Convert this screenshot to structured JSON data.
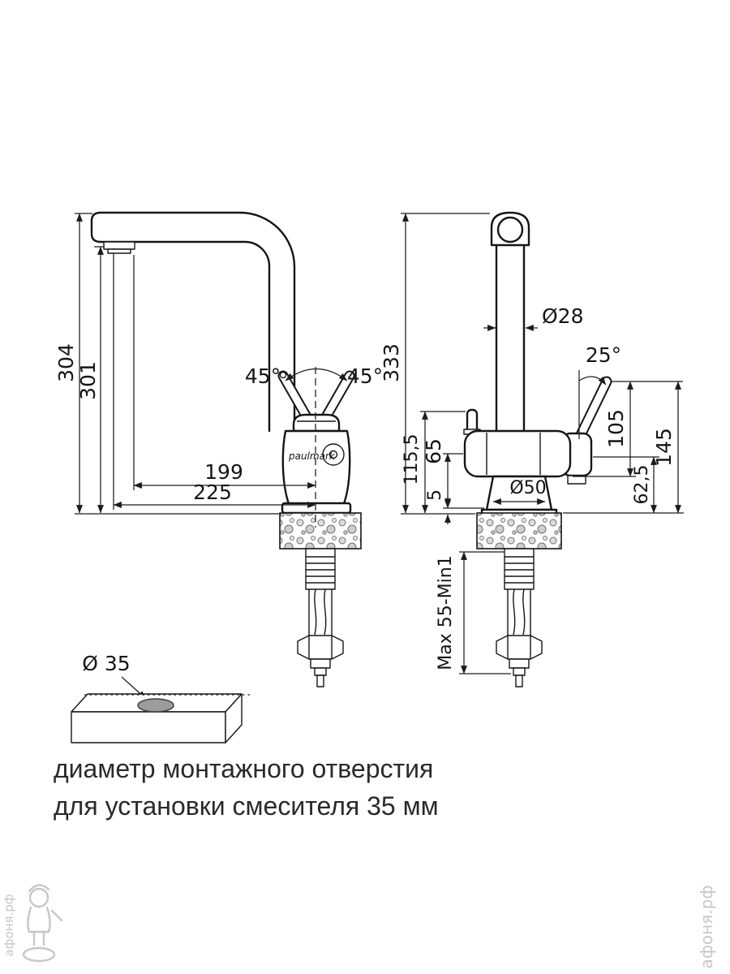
{
  "colors": {
    "line": "#161616",
    "watermark": "#c7c7c7"
  },
  "logo": "paulmark",
  "watermark": {
    "text": "афоня.рф"
  },
  "caption": {
    "line1": "диаметр монтажного отверстия",
    "line2": "для установки смесителя 35 мм"
  },
  "side_view": {
    "height_overall": "304",
    "height_spout": "301",
    "reach_aerator": "199",
    "reach_overall": "225",
    "handle_angle_left": "45°",
    "handle_angle_right": "45°"
  },
  "front_view": {
    "height_overall": "333",
    "spout_diameter": "Ø28",
    "handle_angle": "25°",
    "height_cartridge": "115,5",
    "height_body": "65",
    "base_gap": "5",
    "handle_length": "105",
    "handle_height": "145",
    "side_height": "62,5",
    "base_diameter": "Ø50",
    "mounting_range": "Max 55-Min1"
  },
  "mounting_hole": {
    "diameter": "Ø 35"
  }
}
